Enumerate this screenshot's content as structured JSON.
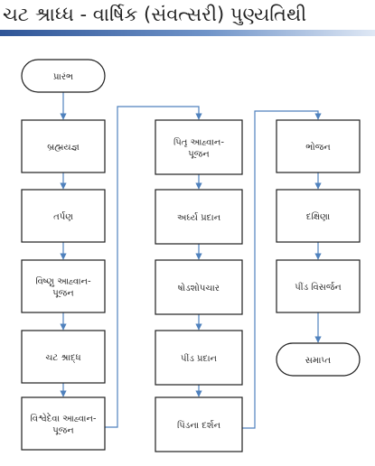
{
  "title": "ચટ શ્રાધ્ધ - વાર્ષિક (સંવત્સરી) પુણ્યતિથી",
  "colors": {
    "title_bar": "#2f5597",
    "box_border": "#1f1f1f",
    "connector": "#4f81bd"
  },
  "flowchart": {
    "column1": [
      {
        "id": "start",
        "shape": "terminator",
        "label": "પ્રારંભ"
      },
      {
        "id": "c1n1",
        "shape": "process",
        "label": "બ્રહ્મયજ્ઞ"
      },
      {
        "id": "c1n2",
        "shape": "process",
        "label": "તર્પણ"
      },
      {
        "id": "c1n3",
        "shape": "process",
        "label": "વિષ્ણુ આહ્વાન-પૂજન"
      },
      {
        "id": "c1n4",
        "shape": "process",
        "label": "ચટ શ્રાદ્ધ"
      },
      {
        "id": "c1n5",
        "shape": "process",
        "label": "વિશ્વેદેવા આહ્વાન-પૂજન"
      }
    ],
    "column2": [
      {
        "id": "c2n1",
        "shape": "process",
        "label": "પિતૃ આહ્વાન-પૂજન"
      },
      {
        "id": "c2n2",
        "shape": "process",
        "label": "અર્ઘ્ય પ્રદાન"
      },
      {
        "id": "c2n3",
        "shape": "process",
        "label": "ષોડશોપચાર"
      },
      {
        "id": "c2n4",
        "shape": "process",
        "label": "પીંડ પ્રદાન"
      },
      {
        "id": "c2n5",
        "shape": "process",
        "label": "પિંડના દર્શન"
      }
    ],
    "column3": [
      {
        "id": "c3n1",
        "shape": "process",
        "label": "ભોજન"
      },
      {
        "id": "c3n2",
        "shape": "process",
        "label": "દક્ષિણા"
      },
      {
        "id": "c3n3",
        "shape": "process",
        "label": "પીંડ વિસર્જન"
      },
      {
        "id": "end",
        "shape": "terminator",
        "label": "સમાપ્ત"
      }
    ]
  }
}
